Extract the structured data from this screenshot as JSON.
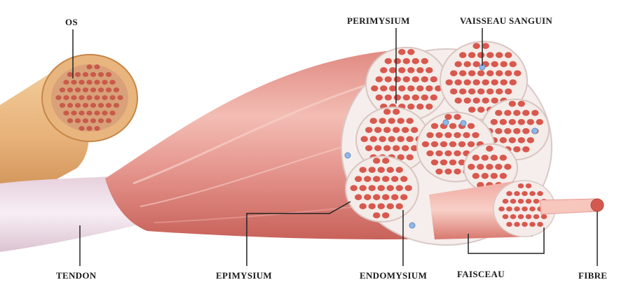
{
  "labels": {
    "os": "OS",
    "perimysium": "PERIMYSIUM",
    "vaisseau_sanguin": "VAISSEAU SANGUIN",
    "tendon": "TENDON",
    "epimysium": "EPIMYSIUM",
    "endomysium": "ENDOMYSIUM",
    "faisceau": "FAISCEAU",
    "fibre": "FIBRE"
  },
  "colors": {
    "bone": "#e8b27a",
    "bone_dark": "#c98a4e",
    "bone_marrow": "#c85a4a",
    "muscle": "#e79a92",
    "muscle_light": "#f3bdb4",
    "muscle_dark": "#c8625a",
    "fascicle_wall": "#f4ece8",
    "fiber": "#d8584e",
    "tendon": "#f1e6ee",
    "vessel": "#8fb7e8",
    "leader": "#222222"
  }
}
